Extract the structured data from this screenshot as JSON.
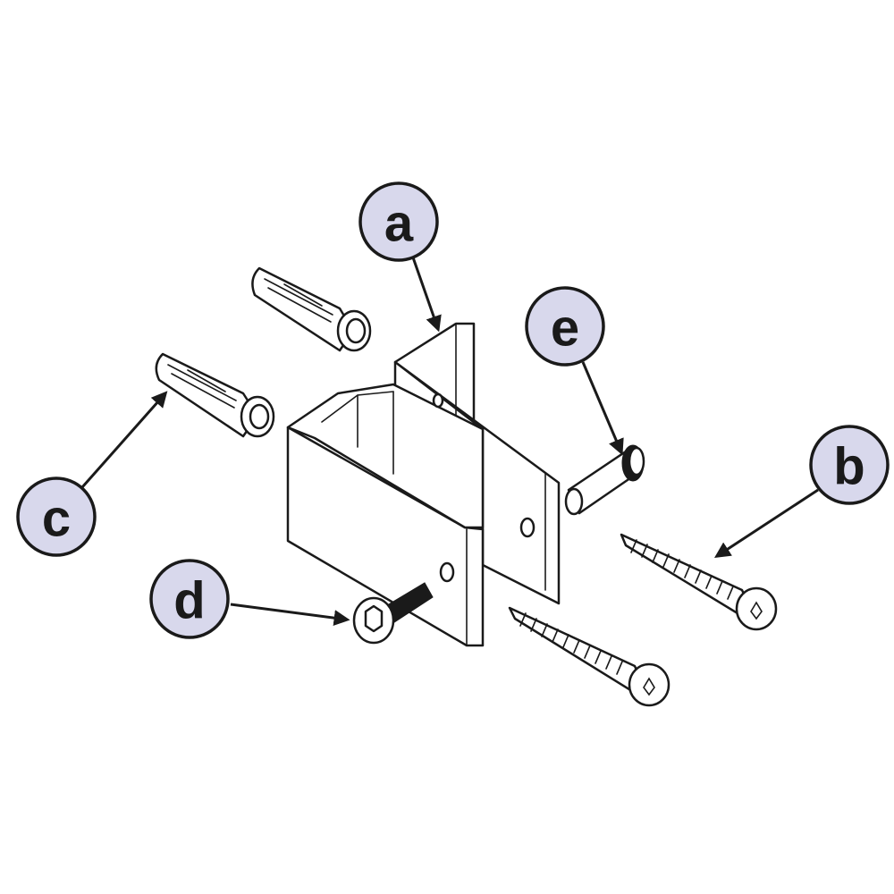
{
  "colors": {
    "bubble": "#d8d8ec",
    "ink": "#1a1a1a"
  },
  "callouts": {
    "a": {
      "label": "a",
      "part": "u-bracket"
    },
    "b": {
      "label": "b",
      "part": "wood-screw"
    },
    "c": {
      "label": "c",
      "part": "wall-anchor"
    },
    "d": {
      "label": "d",
      "part": "machine-screw"
    },
    "e": {
      "label": "e",
      "part": "barrel-nut"
    }
  }
}
